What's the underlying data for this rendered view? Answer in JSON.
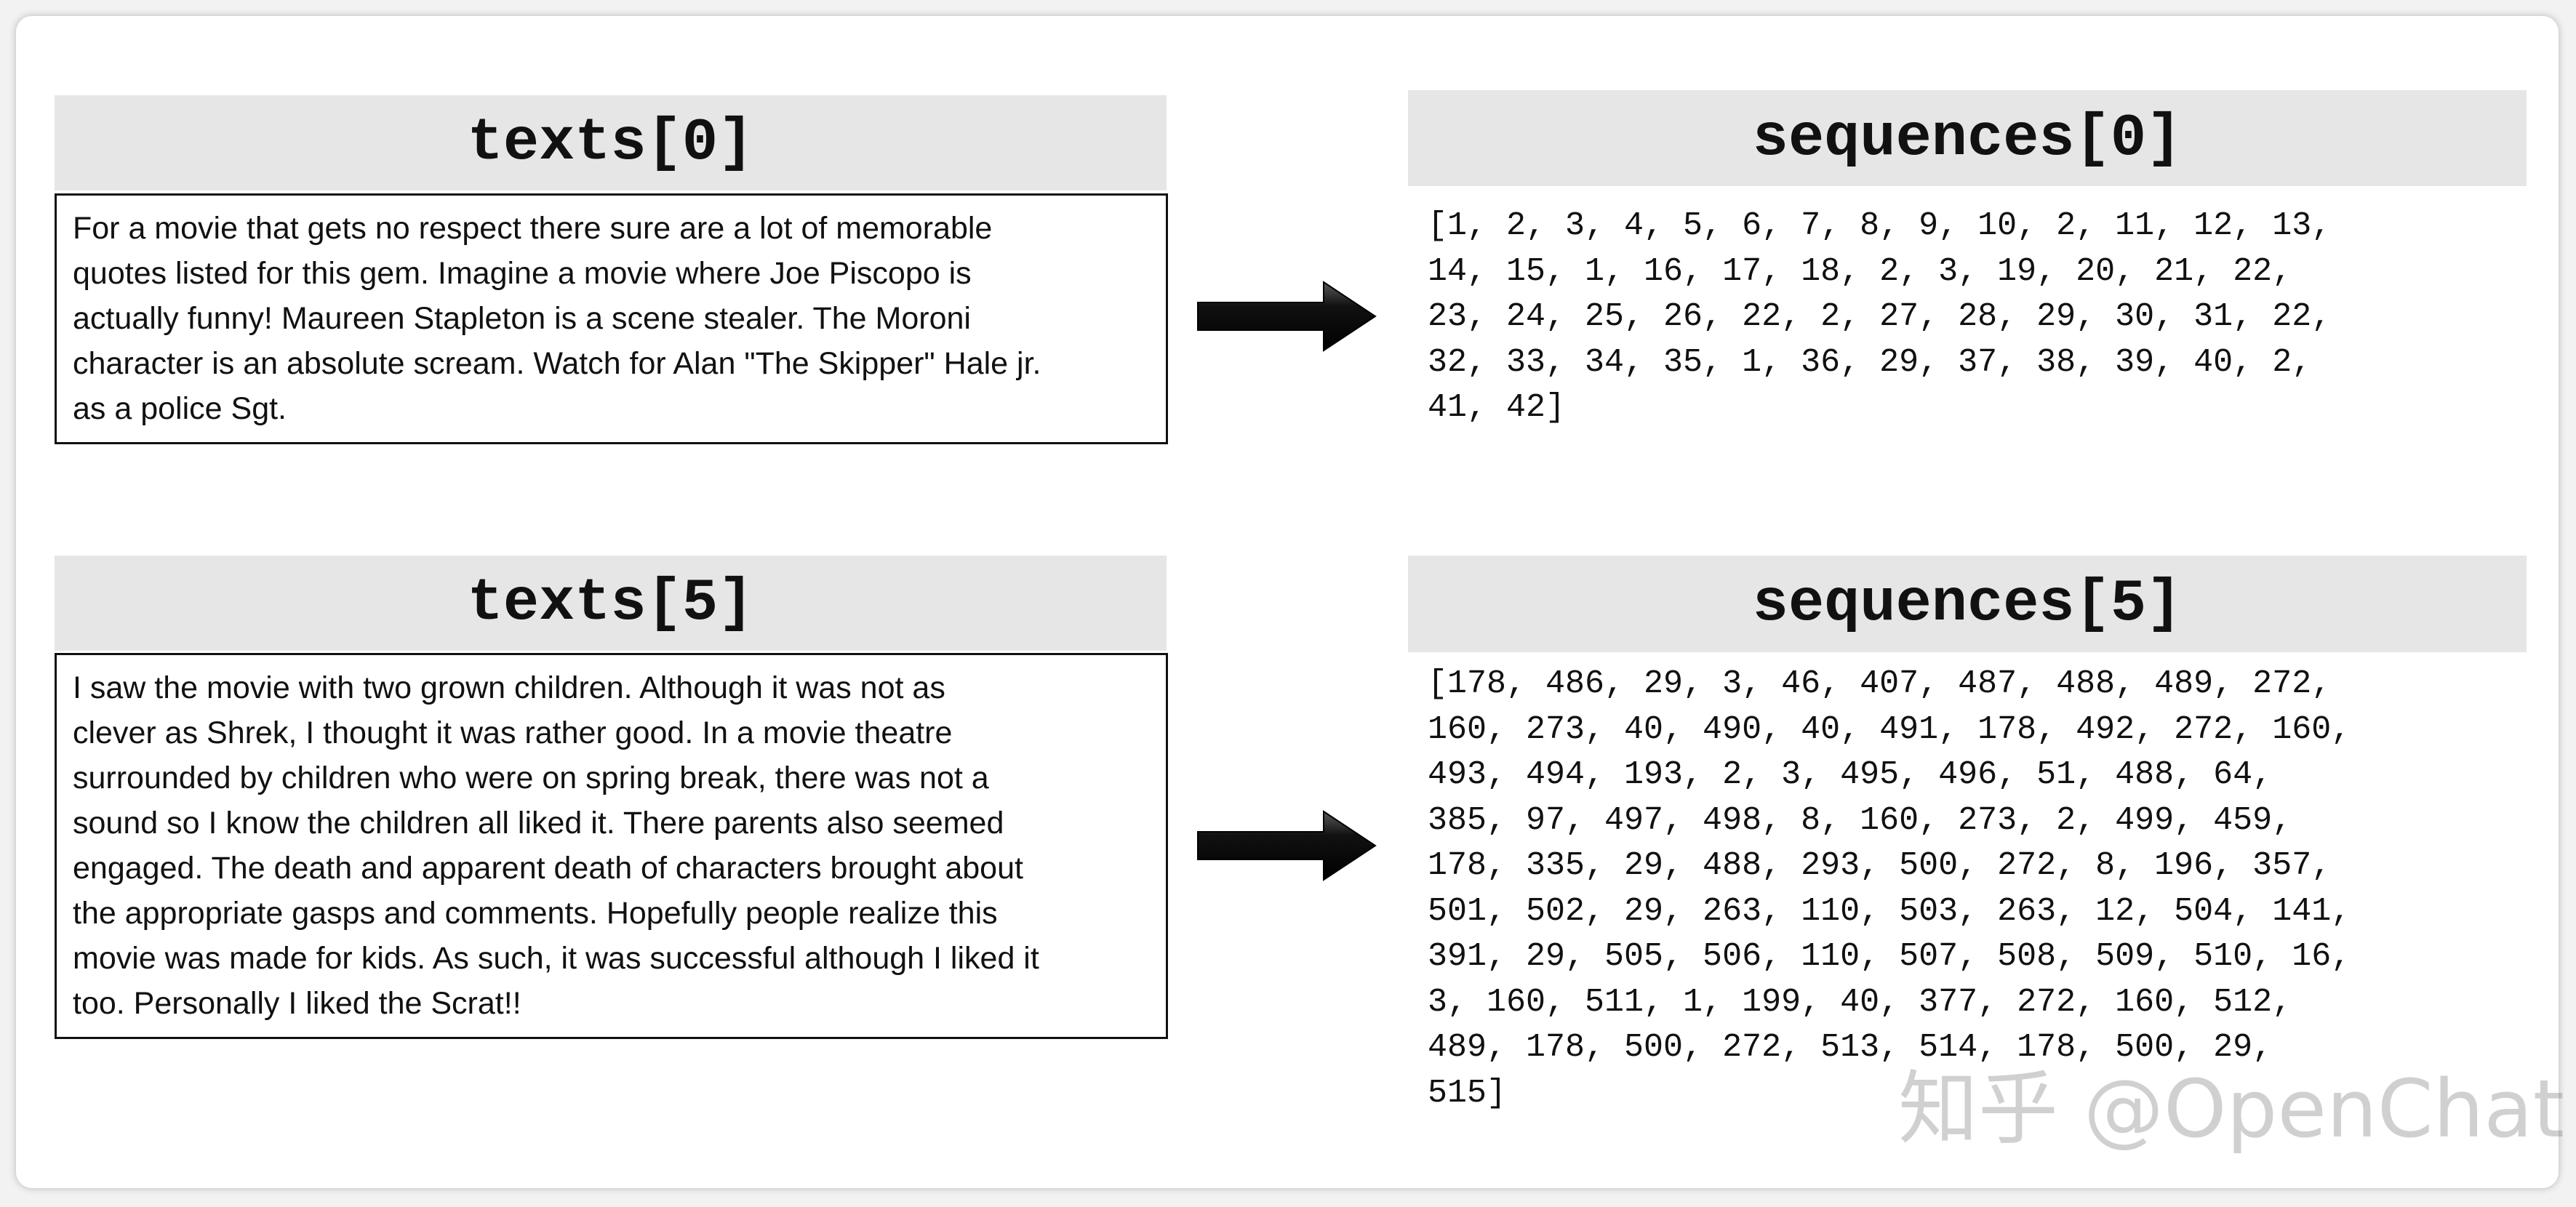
{
  "panels": [
    {
      "text_title": "texts[0]",
      "text_lines": [
        "For a movie that gets no respect there sure are a lot of memorable",
        "quotes listed for this gem. Imagine a movie where Joe Piscopo is",
        "actually funny! Maureen Stapleton is a scene stealer. The Moroni",
        "character is an absolute scream. Watch for Alan \"The Skipper\" Hale jr.",
        "as a police Sgt."
      ],
      "seq_title": "sequences[0]",
      "seq_lines": [
        "[1, 2, 3, 4, 5, 6, 7, 8, 9, 10, 2, 11, 12, 13,",
        "14, 15, 1, 16, 17, 18, 2, 3, 19, 20, 21, 22,",
        "23, 24, 25, 26, 22, 2, 27, 28, 29, 30, 31, 22,",
        "32, 33, 34, 35, 1, 36, 29, 37, 38, 39, 40, 2,",
        "41, 42]"
      ]
    },
    {
      "text_title": "texts[5]",
      "text_lines": [
        "I saw the movie with two grown children. Although it was not as",
        "clever as Shrek, I thought it was rather good. In a movie theatre",
        "surrounded by children who were on spring break, there was not a",
        "sound so I know the children all liked it. There parents also seemed",
        "engaged. The death and apparent death of characters brought about",
        "the appropriate gasps and comments. Hopefully people realize this",
        "movie was made for kids. As such, it was successful although I liked it",
        "too. Personally I liked the Scrat!!"
      ],
      "seq_title": "sequences[5]",
      "seq_lines": [
        "[178, 486, 29, 3, 46, 407, 487, 488, 489, 272,",
        "160, 273, 40, 490, 40, 491, 178, 492, 272, 160,",
        "493, 494, 193, 2, 3, 495, 496, 51, 488, 64,",
        "385, 97, 497, 498, 8, 160, 273, 2, 499, 459,",
        "178, 335, 29, 488, 293, 500, 272, 8, 196, 357,",
        "501, 502, 29, 263, 110, 503, 263, 12, 504, 141,",
        "391, 29, 505, 506, 110, 507, 508, 509, 510, 16,",
        "3, 160, 511, 1, 199, 40, 377, 272, 160, 512,",
        "489, 178, 500, 272, 513, 514, 178, 500, 29,",
        "515]"
      ]
    }
  ],
  "watermark": "知乎 @OpenChat",
  "icons": [
    "right-arrow-icon",
    "right-arrow-icon"
  ]
}
